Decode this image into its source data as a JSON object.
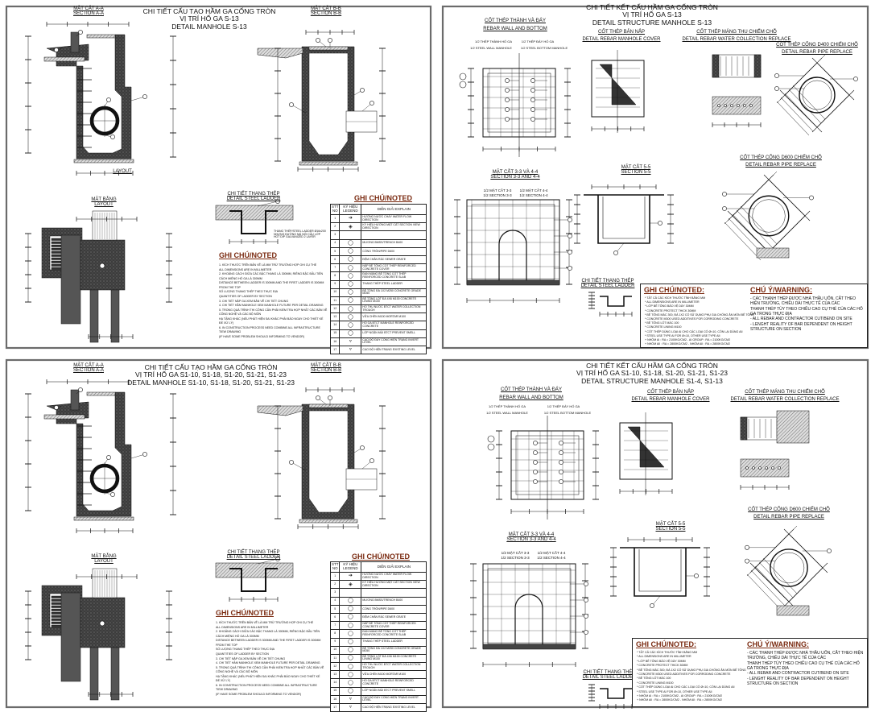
{
  "sheets": [
    {
      "title": [
        "CHI TIẾT CẤU TẠO HẦM GA CỐNG TRÒN",
        "VỊ TRÍ HỐ GA S-13",
        "DETAIL MANHOLE S-13"
      ],
      "section_aa": [
        "MẶT CẮT A-A",
        "SECTION A-A"
      ],
      "section_bb": [
        "MẶT CẮT B-B",
        "SECTION B-B"
      ],
      "layout_label": "LAYOUT",
      "plan": [
        "MẶT BẰNG",
        "LAYOUT"
      ],
      "ladder": [
        "CHI TIẾT THANG THÉP",
        "DETAIL STEEL LADDER"
      ],
      "ladder_note": [
        "THANG THÉP/STEEL LADDER Ø16x200",
        "NHỰNG ĐƯỜNG MÁ NÓI CẦU LỚP",
        "HOT DIP GALVANIZED 2 LAYER"
      ],
      "notes_heading": "GHI CHÚ/NOTED",
      "notes": [
        "1. KÍCH THƯỚC TRÊN BẢN VẼ LÀ MM TRỪ TRƯỜNG HỢP GHI CỤ THỂ",
        "ALL DIMENSIONS ARE IN MILLIMETER",
        "2. KHOẢNG CÁCH GIỮA CÁC BẬC THANG LÀ 300MM, RIÊNG BẬC ĐẦU TIÊN CÁCH MIỆNG HỐ GA LÀ 300MM",
        "DISTANCE BETWEEN LADDER IS 300MM AND THE FIRST LADDER IS 300MM FROM THE TOP",
        "SỐ LƯỢNG THANG THÉP THEO THỰC ĐỊA",
        "QUANTITIES OF LADDER BY SECTION",
        "3. CHI TIẾT NẮP GA XEM BẢN VẼ CHI TIẾT CHUNG",
        "4. CHI TIẾT HẦM MANHOLE XEM MANHOLE FUTURE PER DETAIL DRAWING",
        "5. TRONG QUÁ TRÌNH THI CÔNG CẦN PHẢI KIỂM TRA HỢP NHẤT CÁC BẢN VẼ CÔNG NGHỆ VÀ CÁC BỘ MÔN",
        "HẠ TẦNG KHÁC (NẾU PHÁT HIỆN SAI KHÁC PHẢI BÁO NGAY CHO THIẾT KẾ ĐỂ XỬ LÝ)",
        "6. IN CONSTRUCTION PROCESS NEED COMBINE ALL INFRASTRUCTURE TIEW DRAWING",
        "(IF HAVE SOME PROBLEM SHOULD INFORMING TO VENDOR)"
      ],
      "legend": {
        "heading": "GHI CHÚ/NOTED",
        "col_no": "STT NO",
        "col_symbol": "KÝ HIỆU LEGEND",
        "col_explain": "DIỄN GIẢI EXPLAIN",
        "rows": [
          {
            "no": "1",
            "symbol": "➔",
            "explain": "HƯỚNG NƯỚC CHẢY WATER FLOW DIRECTION"
          },
          {
            "no": "2",
            "symbol": "◈",
            "explain": "KÝ HIỆU HƯỚNG MẶT CẮT SECTION VIEW DIRECTION"
          },
          {
            "no": "3",
            "symbol": "",
            "explain": ""
          },
          {
            "no": "4",
            "symbol": "◯",
            "explain": "MƯƠNG BMSS/TRENCH B400"
          },
          {
            "no": "5",
            "symbol": "◯",
            "explain": "CỐNG TRÒN/PIPE D600"
          },
          {
            "no": "6",
            "symbol": "◯",
            "explain": "ĐỆM CHÂN RÁC SEWER GRATE"
          },
          {
            "no": "7",
            "symbol": "◯",
            "explain": "NẮP BÊ TÔNG CỐT THÉP REINFORCED CONCRETE COVER"
          },
          {
            "no": "8",
            "symbol": "◯",
            "explain": "ĐAN MÁNG BÊ TÔNG CỐT THÉP REINFORCED CONCRETE SLAB"
          },
          {
            "no": "9",
            "symbol": "◯",
            "explain": "THANG THÉP STEEL LADDER"
          },
          {
            "no": "10",
            "symbol": "◯",
            "explain": "BÊ TÔNG ĐÁ 1X2 M250 CONCRETE GRADE M250"
          },
          {
            "no": "11",
            "symbol": "◯",
            "explain": "BÊ TÔNG LÓT ĐÁ 4X6 M100 CONCRETE LINING M100"
          },
          {
            "no": "12",
            "symbol": "◯",
            "explain": "HỐ THU NƯỚC BTCT WATER COLLECTION TROUGH"
          },
          {
            "no": "13",
            "symbol": "◯",
            "explain": "VỮA CHÈN M100 MORTAR M100"
          },
          {
            "no": "14",
            "symbol": "◯",
            "explain": "HỐ GA BTCT MANHOLE REINFORCED CONCRETE"
          },
          {
            "no": "15",
            "symbol": "◯",
            "explain": "LỚP NGĂN MÙI BTCT PREVENT SMELL"
          },
          {
            "no": "16",
            "symbol": "▿",
            "explain": "CAO ĐỘ ĐÁY CỐNG HIỆN TRẠNG INVERT LEVEL"
          },
          {
            "no": "17",
            "symbol": "▿",
            "explain": "CAO ĐỘ HIỆN TRẠNG EXISTING LEVEL"
          }
        ]
      }
    },
    {
      "title": [
        "CHI TIẾT KẾT CẤU HẦM GA CỐNG TRÒN",
        "VỊ TRÍ HỐ GA S-13",
        "DETAIL STRUCTURE MANHOLE S-13"
      ],
      "rebar_wall": [
        "CỐT THÉP THÀNH VÀ ĐÁY",
        "REBAR WALL AND BOTTOM"
      ],
      "half_labels": [
        "1/2 THÉP THÀNH HỐ GA",
        "1/2 THÉP ĐÁY HỐ GA",
        "1/2 STEEL WALL MANHOLE",
        "1/2 STEEL BOTTOM MANHOLE"
      ],
      "cover": [
        "CỐT THÉP BẢN NẮP",
        "DETAIL REBAR MANHOLE COVER"
      ],
      "water": [
        "CỐT THÉP MÁNG THU CHIẾM CHỖ",
        "DETAIL REBAR WATER COLLECTION REPLACE"
      ],
      "pipe_small": [
        "CỐT THÉP CỐNG D400 CHIẾM CHỖ",
        "DETAIL REBAR PIPE REPLACE"
      ],
      "pipe_large": [
        "CỐT THÉP CỐNG D600 CHIẾM CHỖ",
        "DETAIL REBAR PIPE REPLACE"
      ],
      "section_34": [
        "MẶT CẮT 3-3 VÀ 4-4",
        "SECTION 3-3 AND 4-4"
      ],
      "half_sections": [
        "1/2 MẶT CẮT 3-3",
        "1/2 MẶT CẮT 4-4",
        "1/2 SECTION 3-3",
        "1/2 SECTION 4-4"
      ],
      "section_55": [
        "MẶT CẮT 5-5",
        "SECTION 5-5"
      ],
      "ladder": [
        "CHI TIẾT THANG THÉP",
        "DETAIL STEEL LADDER"
      ],
      "notes_heading": "GHI CHÚ/NOTED:",
      "notes": [
        "* TẤT CẢ CÁC KÍCH THƯỚC TÍNH BẰNG MM",
        "* ALL DIMENSIONS ARE IN MILLIMETER",
        "* LỚP BÊ TÔNG BẢO VỆ DÀY 30MM",
        "* CONCRETE PROTECT THICK 30MM",
        "* BÊ TÔNG MÁC 300, ĐÁ 1X2 CÓ SỬ DỤNG PHỤ GIA CHỐNG ĂN MÒN BÊ TÔNG",
        "* CONCRETE M300 USED ADDITIVES FOR CORRODING CONCRETE",
        "* BÊ TÔNG LÓT MÁC 100",
        "* CONCRETE LINING M100",
        "* CỐT THÉP DÙNG LOẠI AI CHO CÁC LOẠI CÓ Ø<10, CÒN LẠI DÙNG AII",
        "* STEEL USE TYPE AI FOR Ø<10, OTHER USE TYPE AII",
        "+ NHÓM AI : RA = 2100KG/CM2  - AI GROUP : RA = 2100KG/CM2",
        "+ NHÓM AII : RA = 2800KG/CM2  - NHÓM AII : RA = 2800KG/CM2"
      ],
      "warning_heading": "CHÚ Ý/WARNING:",
      "warnings": [
        "- CÁC THANH THÉP ĐƯỢC NHÀ THẦU UỐN, CẮT THEO HIỆN TRƯỜNG, CHIỀU DÀI THỰC TẾ CỦA CÁC",
        "  THANH THÉP TÙY THEO CHIỀU CAO CỤ THỂ CỦA CÁC HỐ GA TRONG THỰC ĐỊA",
        "- ALL REBAR AND CONTRACTOR CUT/BEND ON SITE",
        "- LENGHT REALITY OF BAR DEPENDENT ON HEIGHT STRUCTURE ON SECTION"
      ]
    },
    {
      "title": [
        "CHI TIẾT CẤU TẠO HẦM GA CỐNG TRÒN",
        "VỊ TRÍ HỐ GA S1-10, S1-18, S1-20, S1-21, S1-23",
        "DETAIL MANHOLE S1-10, S1-18, S1-20, S1-21, S1-23"
      ],
      "section_aa": [
        "MẶT CẮT A-A",
        "SECTION A-A"
      ],
      "section_bb": [
        "MẶT CẮT B-B",
        "SECTION B-B"
      ],
      "plan": [
        "MẶT BẰNG",
        "LAYOUT"
      ],
      "ladder": [
        "CHI TIẾT THANG THÉP",
        "DETAIL STEEL LADDER"
      ],
      "notes_heading": "GHI CHÚ/NOTED",
      "legend_heading": "GHI CHÚ/NOTED"
    },
    {
      "title": [
        "CHI TIẾT KẾT CẤU HẦM GA CỐNG TRÒN",
        "VỊ TRÍ HỐ GA S1-10, S1-18, S1-20, S1-21, S1-23",
        "DETAIL STRUCTURE MANHOLE S1-4, S1-13"
      ],
      "rebar_wall": [
        "CỐT THÉP THÀNH VÀ ĐÁY",
        "REBAR WALL AND BOTTOM"
      ],
      "cover": [
        "CỐT THÉP BẢN NẮP",
        "DETAIL REBAR MANHOLE COVER"
      ],
      "water": [
        "CỐT THÉP MÁNG THU CHIẾM CHỖ",
        "DETAIL REBAR WATER COLLECTION REPLACE"
      ],
      "pipe_large": [
        "CỐT THÉP CỐNG D600 CHIẾM CHỖ",
        "DETAIL REBAR PIPE REPLACE"
      ],
      "section_34": [
        "MẶT CẮT 3-3 VÀ 4-4",
        "SECTION 3-3 AND 4-4"
      ],
      "section_55": [
        "MẶT CẮT 5-5",
        "SECTION 5-5"
      ],
      "ladder": [
        "CHI TIẾT THANG THÉP",
        "DETAIL STEEL LADDER"
      ],
      "notes_heading": "GHI CHÚ/NOTED:",
      "warning_heading": "CHÚ Ý/WARNING:"
    }
  ],
  "colors": {
    "concrete": "#3c3c3c",
    "frame": "#6b6b6b",
    "heading": "#7a2a10"
  }
}
